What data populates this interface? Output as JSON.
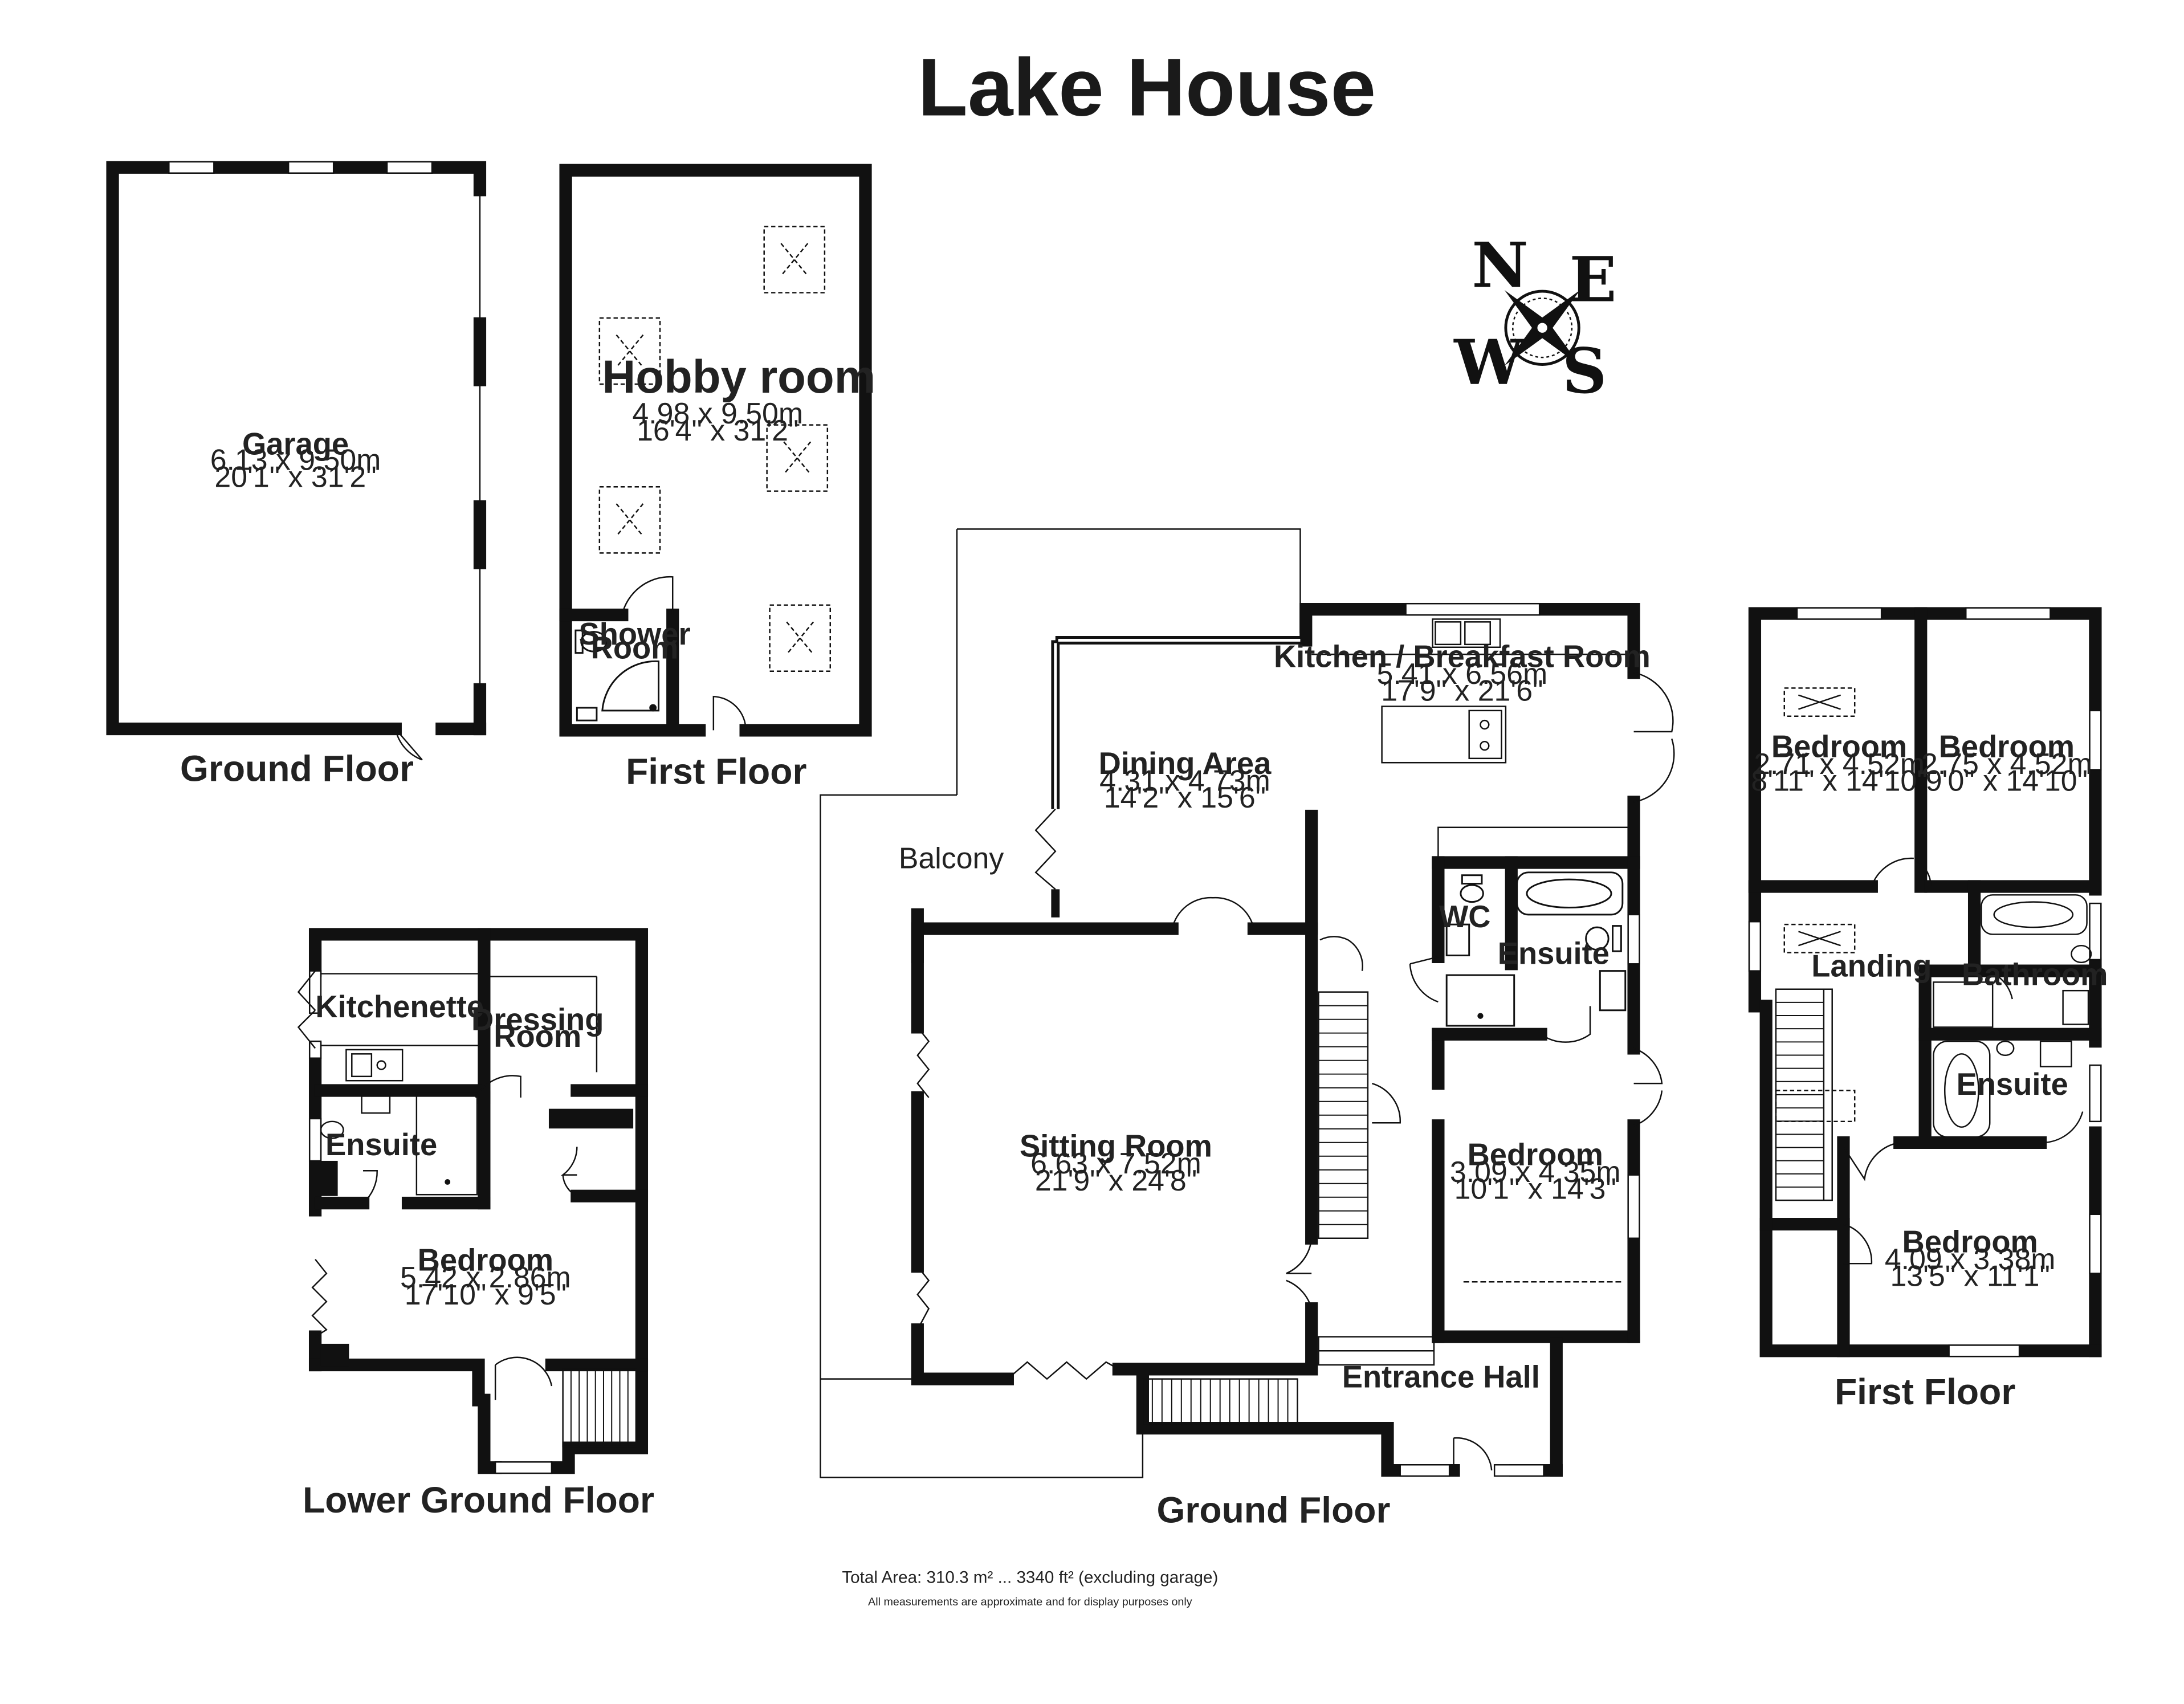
{
  "title": "Lake House",
  "compass": {
    "n": "N",
    "e": "E",
    "s": "S",
    "w": "W"
  },
  "garage": {
    "name": "Garage",
    "dim_m": "6.13 x 9.50m",
    "dim_ft": "20'1\" x 31'2\"",
    "floor": "Ground Floor"
  },
  "hobby_block": {
    "hobby": {
      "name": "Hobby room",
      "dim_m": "4.98 x 9.50m",
      "dim_ft": "16'4\" x 31'2\""
    },
    "shower": {
      "line1": "Shower",
      "line2": "Room"
    },
    "floor": "First Floor"
  },
  "ground": {
    "kitchen": {
      "name": "Kitchen / Breakfast Room",
      "dim_m": "5.41 x 6.56m",
      "dim_ft": "17'9\" x 21'6\""
    },
    "dining": {
      "name": "Dining Area",
      "dim_m": "4.31 x 4.73m",
      "dim_ft": "14'2\" x 15'6\""
    },
    "balcony": "Balcony",
    "sitting": {
      "name": "Sitting Room",
      "dim_m": "6.63 x 7.52m",
      "dim_ft": "21'9\" x 24'8\""
    },
    "wc": "WC",
    "ensuite": "Ensuite",
    "bedroom": {
      "name": "Bedroom",
      "dim_m": "3.09 x 4.35m",
      "dim_ft": "10'1\" x 14'3\""
    },
    "hall": "Entrance Hall",
    "floor": "Ground Floor"
  },
  "lower": {
    "kitchenette": "Kitchenette",
    "dressing": {
      "line1": "Dressing",
      "line2": "Room"
    },
    "ensuite": "Ensuite",
    "bedroom": {
      "name": "Bedroom",
      "dim_m": "5.42 x 2.86m",
      "dim_ft": "17'10\" x 9'5\""
    },
    "floor": "Lower Ground Floor"
  },
  "first": {
    "bed1": {
      "name": "Bedroom",
      "dim_m": "2.71 x 4.52m",
      "dim_ft": "8'11\" x 14'10\""
    },
    "bed2": {
      "name": "Bedroom",
      "dim_m": "2.75 x 4.52m",
      "dim_ft": "9'0\" x 14'10\""
    },
    "landing": "Landing",
    "bathroom": "Bathroom",
    "ensuite": "Ensuite",
    "bed3": {
      "name": "Bedroom",
      "dim_m": "4.09 x 3.38m",
      "dim_ft": "13'5\" x 11'1\""
    },
    "floor": "First Floor"
  },
  "footer": {
    "total": "Total Area: 310.3 m² ... 3340 ft² (excluding garage)",
    "disclaimer": "All measurements are approximate and for display purposes only"
  }
}
